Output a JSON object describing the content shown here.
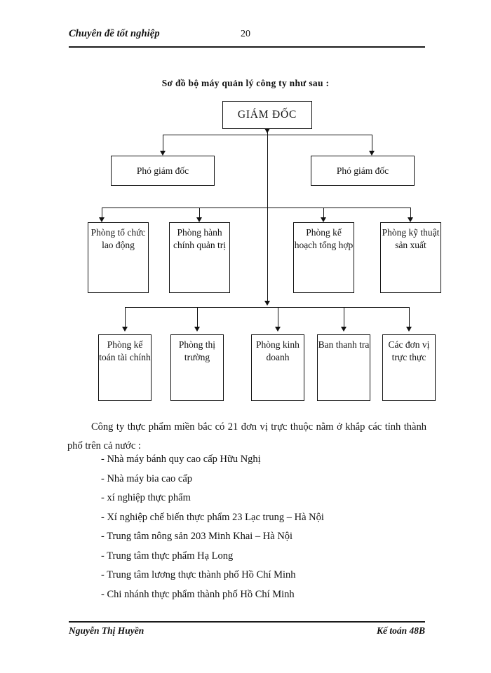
{
  "header": {
    "title": "Chuyên đề tốt nghiệp",
    "page_number": "20"
  },
  "chart_caption": "Sơ đồ bộ máy quản lý công ty như sau :",
  "org_chart": {
    "director": "GIÁM ĐỐC",
    "deputies": [
      "Phó giám  đốc",
      "Phó giám  đốc"
    ],
    "departments_row1": [
      "Phòng tổ chức lao động",
      "Phòng hành chính quản trị",
      "Phòng kế hoạch tổng hợp",
      "Phòng kỹ thuật sản xuất"
    ],
    "departments_row2": [
      "Phòng kế toán tài chính",
      "Phòng thị trường",
      "Phòng kinh doanh",
      "Ban thanh tra",
      "Các đơn vị trực thực"
    ]
  },
  "body": {
    "paragraph": "Công ty thực phẩm miền  bắc có 21  đơn vị trực thuộc nằm  ở khắp các tỉnh thành phố trên cả nước :",
    "list": [
      "- Nhà máy bánh quy cao cấp Hữu Nghị",
      "- Nhà máy bia cao cấp",
      "- xí nghiệp thực phẩm",
      "- Xí nghiệp chế biến thực phẩm 23 Lạc trung – Hà Nội",
      "- Trung tâm nông sản 203 Minh  Khai – Hà Nội",
      "- Trung tâm thực phẩm Hạ Long",
      "- Trung tâm lương thực thành phố Hồ Chí Minh",
      "- Chi nhánh thực phẩm thành phố Hồ Chí Minh"
    ]
  },
  "footer": {
    "author": "Nguyễn Thị Huyền",
    "class": "Kế toán 48B"
  }
}
